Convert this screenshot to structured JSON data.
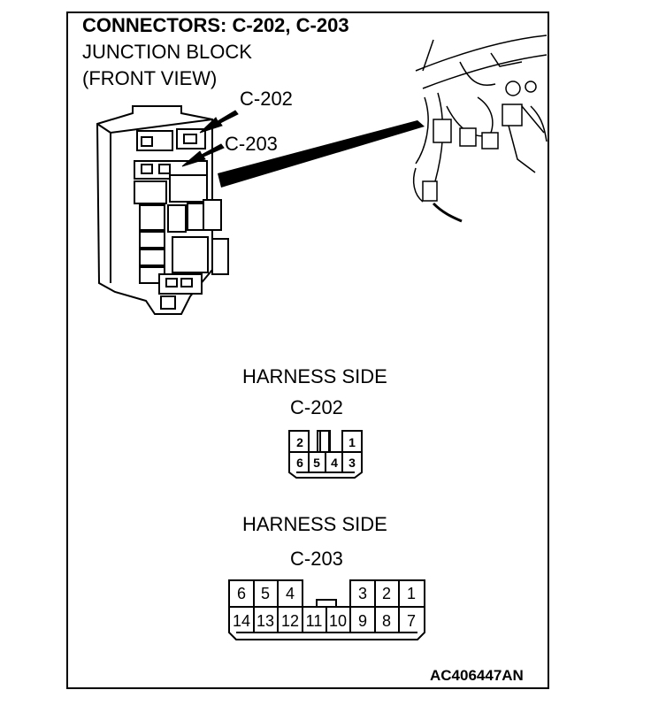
{
  "title": "CONNECTORS: C-202, C-203",
  "subtitle_line1": "JUNCTION BLOCK",
  "subtitle_line2": "(FRONT VIEW)",
  "callouts": {
    "c202": "C-202",
    "c203": "C-203"
  },
  "connector_c202": {
    "side_label": "HARNESS SIDE",
    "name": "C-202",
    "top_row": [
      "2",
      "",
      "1"
    ],
    "bottom_row": [
      "6",
      "5",
      "4",
      "3"
    ]
  },
  "connector_c203": {
    "side_label": "HARNESS SIDE",
    "name": "C-203",
    "top_row": [
      "6",
      "5",
      "4",
      "",
      "",
      "3",
      "2",
      "1"
    ],
    "bottom_row": [
      "14",
      "13",
      "12",
      "11",
      "10",
      "9",
      "8",
      "7"
    ]
  },
  "figure_id": "AC406447AN"
}
